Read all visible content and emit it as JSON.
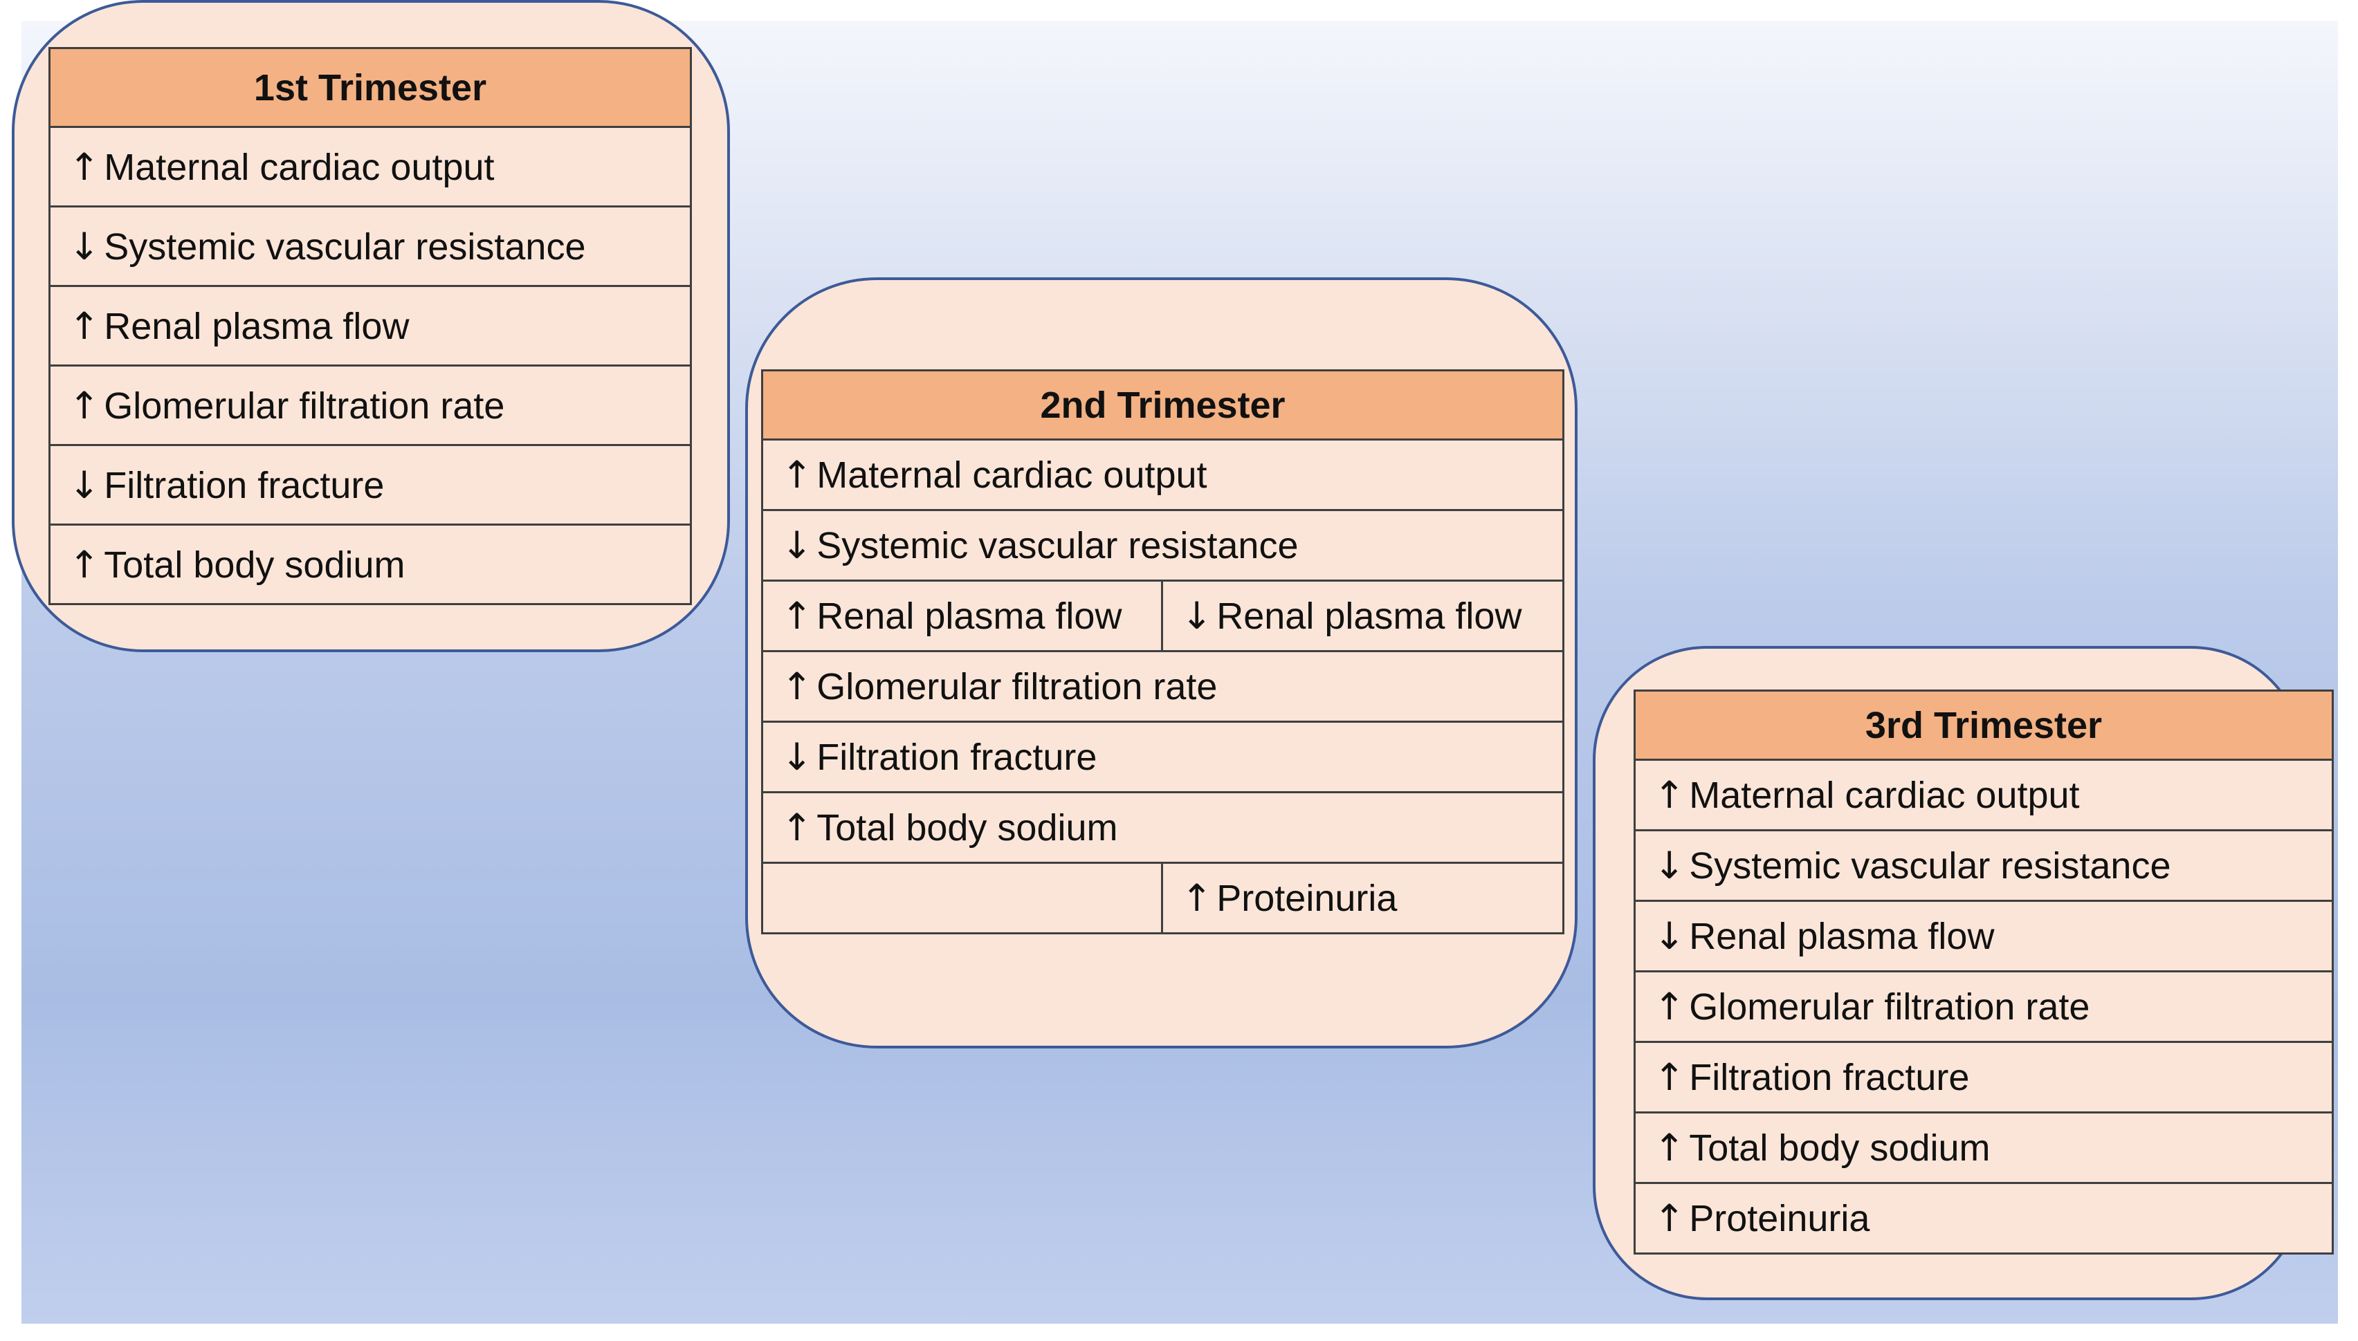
{
  "trimesters": [
    {
      "title": "1st Trimester",
      "rows": [
        {
          "arrow": "↑",
          "text": "Maternal cardiac output"
        },
        {
          "arrow": "↓",
          "text": "Systemic vascular resistance"
        },
        {
          "arrow": "↑",
          "text": "Renal plasma flow"
        },
        {
          "arrow": "↑",
          "text": "Glomerular filtration rate"
        },
        {
          "arrow": "↓",
          "text": "Filtration fracture"
        },
        {
          "arrow": "↑",
          "text": "Total body sodium"
        }
      ]
    },
    {
      "title": "2nd Trimester",
      "rows": [
        {
          "arrow": "↑",
          "text": "Maternal cardiac output"
        },
        {
          "arrow": "↓",
          "text": "Systemic vascular resistance"
        },
        {
          "arrow": "↑",
          "text": "Renal plasma flow",
          "arrow2": "↓",
          "text2": "Renal plasma flow"
        },
        {
          "arrow": "↑",
          "text": "Glomerular filtration rate"
        },
        {
          "arrow": "↓",
          "text": "Filtration fracture"
        },
        {
          "arrow": "↑",
          "text": "Total body sodium"
        },
        {
          "arrow": "",
          "text": "",
          "arrow2": "↑",
          "text2": "Proteinuria"
        }
      ]
    },
    {
      "title": "3rd Trimester",
      "rows": [
        {
          "arrow": "↑",
          "text": "Maternal cardiac output"
        },
        {
          "arrow": "↓",
          "text": "Systemic vascular resistance"
        },
        {
          "arrow": "↓",
          "text": "Renal plasma flow"
        },
        {
          "arrow": "↑",
          "text": "Glomerular filtration rate"
        },
        {
          "arrow": "↑",
          "text": "Filtration fracture"
        },
        {
          "arrow": "↑",
          "text": "Total body sodium"
        },
        {
          "arrow": "↑",
          "text": "Proteinuria"
        }
      ]
    }
  ],
  "colors": {
    "panel_fill": "#fae5d8",
    "panel_border": "#3d5a98",
    "header_fill": "#f4b183",
    "grid_line": "#3f3f3f"
  }
}
